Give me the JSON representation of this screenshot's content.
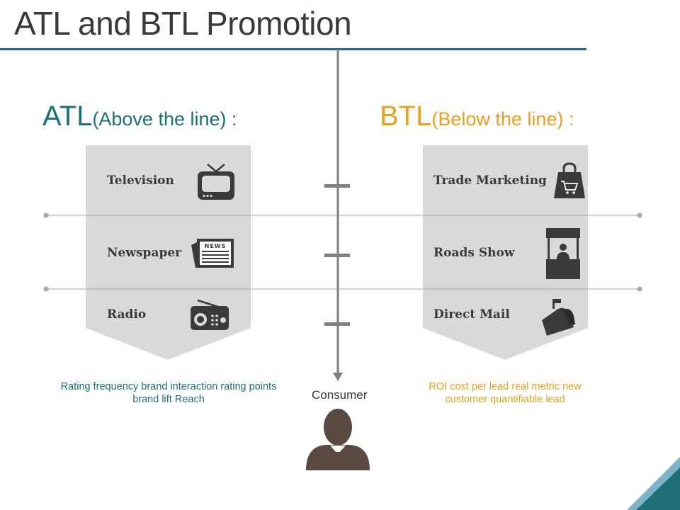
{
  "title": "ATL and BTL Promotion",
  "atl": {
    "heading": "ATL",
    "subheading": "(Above the line) :",
    "items": [
      {
        "label": "Television",
        "icon": "television-icon"
      },
      {
        "label": "Newspaper",
        "icon": "newspaper-icon",
        "icon_text": "NEWS"
      },
      {
        "label": "Radio",
        "icon": "radio-icon"
      }
    ],
    "note": "Rating frequency brand interaction rating points brand lift  Reach"
  },
  "btl": {
    "heading": "BTL",
    "subheading": "(Below the line) :",
    "items": [
      {
        "label": "Trade Marketing",
        "icon": "shopping-bag-icon"
      },
      {
        "label": "Roads Show",
        "icon": "booth-icon"
      },
      {
        "label": "Direct Mail",
        "icon": "mailbox-icon"
      }
    ],
    "note": "ROI cost per lead real metric new customer quantifiable lead"
  },
  "consumer": {
    "label": "Consumer",
    "icon": "person-icon"
  },
  "colors": {
    "atl": "#1e6f7a",
    "btl": "#e8a020",
    "panel": "#d9d9d9",
    "icon": "#3a3a3a",
    "axis": "#7f7f7f",
    "person": "#5a4a42",
    "accent_corner_light": "#7fb3c7",
    "accent_corner_dark": "#1e6f7a"
  }
}
